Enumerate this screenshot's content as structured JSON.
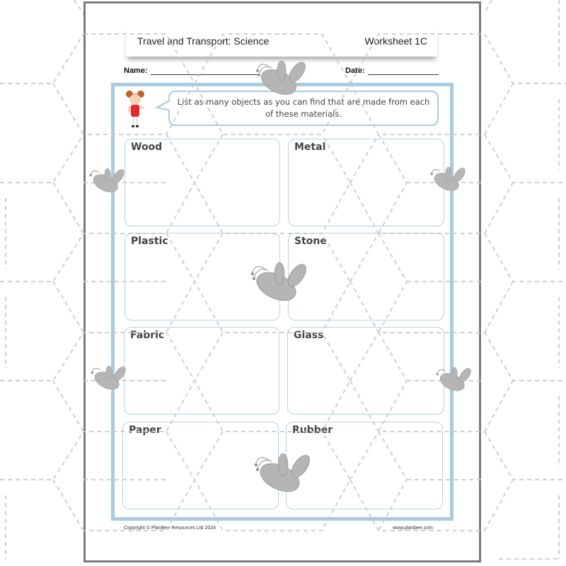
{
  "header": {
    "title": "Travel and Transport: Science",
    "worksheet": "Worksheet 1C"
  },
  "fields": {
    "name_label": "Name:",
    "date_label": "Date:"
  },
  "instruction": {
    "line1": "List as many objects as you can find that are made from each",
    "line2": "of these materials."
  },
  "materials": [
    {
      "label": "Wood"
    },
    {
      "label": "Metal"
    },
    {
      "label": "Plastic"
    },
    {
      "label": "Stone"
    },
    {
      "label": "Fabric"
    },
    {
      "label": "Glass"
    },
    {
      "label": "Paper"
    },
    {
      "label": "Rubber"
    }
  ],
  "footer": {
    "copyright": "Copyright © PlanBee Resources Ltd 2024",
    "website": "www.planbee.com"
  },
  "colors": {
    "frame_border": "#a9cbe0",
    "sheet_border": "#7a7a7a",
    "watermark": "#b5b5b5"
  }
}
